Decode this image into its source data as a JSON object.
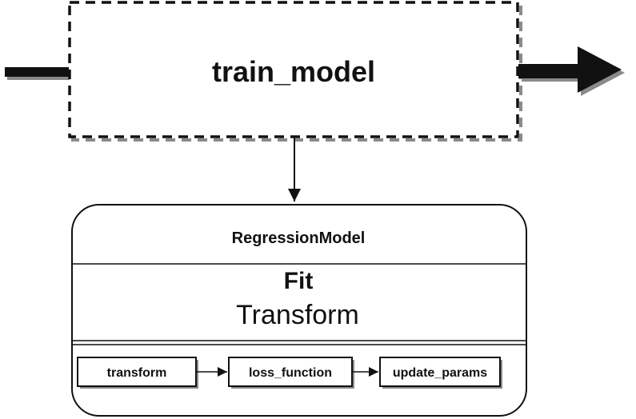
{
  "process": {
    "label": "train_model"
  },
  "model": {
    "title": "RegressionModel",
    "methods": {
      "fit": "Fit",
      "transform": "Transform"
    },
    "steps": [
      {
        "label": "transform"
      },
      {
        "label": "loss_function"
      },
      {
        "label": "update_params"
      }
    ]
  },
  "colors": {
    "stroke": "#111111",
    "shadow": "#8a8a8a",
    "background": "#ffffff"
  }
}
